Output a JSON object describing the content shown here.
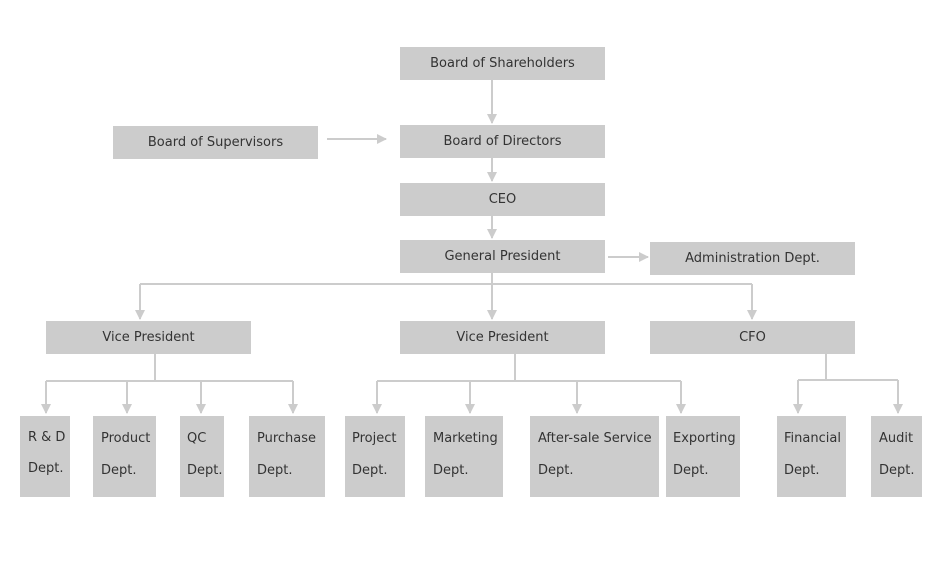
{
  "org_chart": {
    "board_of_shareholders": "Board of Shareholders",
    "board_of_supervisors": "Board of Supervisors",
    "board_of_directors": "Board of Directors",
    "ceo": "CEO",
    "general_president": "General President",
    "administration_dept": "Administration Dept.",
    "vice_president_1": "Vice President",
    "vice_president_2": "Vice President",
    "cfo": "CFO",
    "depts": {
      "rd": {
        "line1": "R & D",
        "line2": "Dept."
      },
      "product": {
        "line1": "Product",
        "line2": "Dept."
      },
      "qc": {
        "line1": "QC",
        "line2": "Dept."
      },
      "purchase": {
        "line1": "Purchase",
        "line2": "Dept."
      },
      "project": {
        "line1": "Project",
        "line2": "Dept."
      },
      "marketing": {
        "line1": "Marketing",
        "line2": "Dept."
      },
      "after_sale": {
        "line1": "After-sale Service",
        "line2": "Dept."
      },
      "exporting": {
        "line1": "Exporting",
        "line2": "Dept."
      },
      "financial": {
        "line1": "Financial",
        "line2": "Dept."
      },
      "audit": {
        "line1": "Audit",
        "line2": "Dept."
      }
    }
  },
  "colors": {
    "box_fill": "#cccccc",
    "text": "#333333",
    "connector": "#cccccc"
  }
}
